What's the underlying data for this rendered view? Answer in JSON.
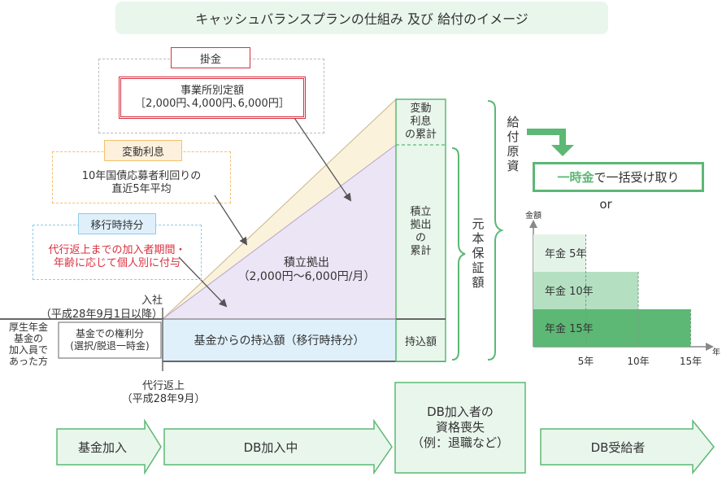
{
  "title": "キャッシュバランスプランの仕組み 及び 給付のイメージ",
  "kakekin": {
    "label": "掛金",
    "detail": "事業所別定額\n［2,000円､4,000円､6,000円］"
  },
  "hendo": {
    "label": "変動利息",
    "detail": "10年国債応募者利回りの\n直近5年平均"
  },
  "ikou": {
    "label": "移行時持分",
    "detail": "代行返上までの加入者期間・\n年齢に応じて個人別に付与"
  },
  "nyusha": "入社\n（平成28年9月1日以降）",
  "left_member": "厚生年金\n基金の\n加入員で\nあった方",
  "kenri": "基金での権利分\n(選択/脱退一時金)",
  "tsumitate": "積立拠出\n（2,000円～6,000円/月）",
  "mochikomi": "基金からの持込額（移行時持分）",
  "col_hendo": "変動\n利息\nの累計",
  "col_tsumitate": "積立\n拠出\nの\n累計",
  "col_mochikomi": "持込額",
  "ganpon": "元\n本\n保\n証\n額",
  "kyufu": "給\n付\n原\n資",
  "ichiji": {
    "strong": "一時金",
    "rest": "で一括受け取り"
  },
  "or": "or",
  "nenkin_chart": {
    "y_label": "金額",
    "x_label": "年",
    "x_ticks": [
      "5年",
      "10年",
      "15年"
    ],
    "rows": [
      {
        "label": "年金 5年",
        "years": 5,
        "color": "#e4f3e8"
      },
      {
        "label": "年金 10年",
        "years": 10,
        "color": "#b4e0c1"
      },
      {
        "label": "年金 15年",
        "years": 15,
        "color": "#5cb874"
      }
    ]
  },
  "daiko": "代行返上\n（平成28年9月）",
  "flow": {
    "step1": "基金加入",
    "step2": "DB加入中",
    "step3": "DB加入者の\n資格喪失\n（例：退職など）",
    "step4": "DB受給者"
  },
  "colors": {
    "green": "#5cb874",
    "green_light": "#e9f6ec",
    "red": "#d9303f",
    "orange": "#f5c06a",
    "orange_light": "#fdf0dc",
    "blue_dash": "#8fcbea",
    "blue_fill": "#dff0fb",
    "purple_fill": "#ece5f6",
    "tan_fill": "#fbf2dc"
  }
}
